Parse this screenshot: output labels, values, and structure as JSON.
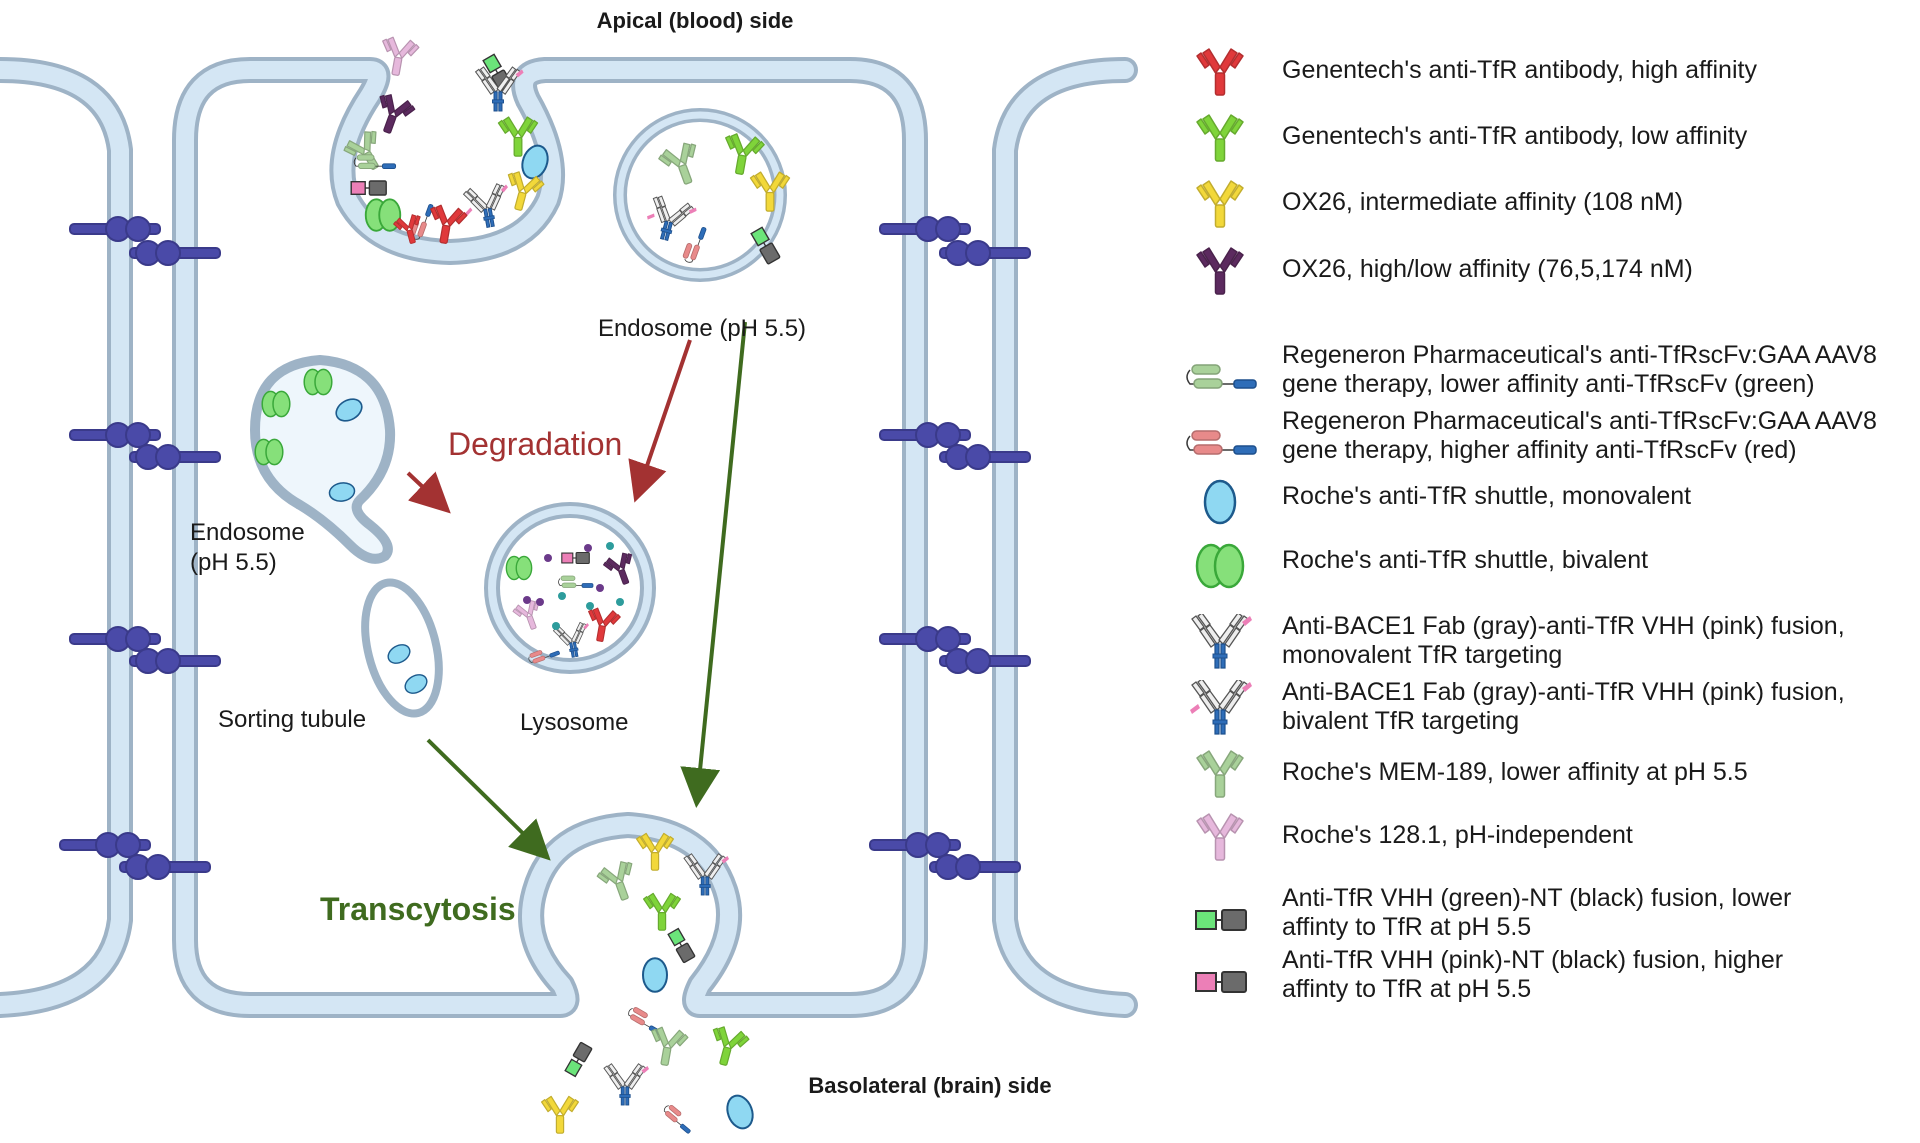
{
  "labels": {
    "apical": "Apical (blood) side",
    "basolateral": "Basolateral (brain) side",
    "endosome_right": "Endosome (pH 5.5)",
    "endosome_left_line1": "Endosome",
    "endosome_left_line2": "(pH 5.5)",
    "degradation": "Degradation",
    "lysosome": "Lysosome",
    "sorting_tubule": "Sorting tubule",
    "transcytosis": "Transcytosis"
  },
  "colors": {
    "membrane_fill": "#d4e6f4",
    "membrane_edge": "#9eb3c6",
    "receptor": "#4a4aa8",
    "degradation_arrow": "#a33232",
    "transcytosis_arrow": "#3f6b1f",
    "ab_red": "#e0393b",
    "ab_green": "#7fd43a",
    "ab_yellow": "#f2d83a",
    "ab_purple": "#5c2a5f",
    "ab_lightgreen": "#a9d19a",
    "ab_lightpink": "#e6b8dc",
    "shuttle_blue": "#8fd8f2",
    "shuttle_green": "#86e07a",
    "vhh_green": "#6be47a",
    "vhh_pink": "#ec7fb7",
    "nt_gray": "#6b6b6b"
  },
  "legend": [
    {
      "icon": "antibody-red-icon",
      "text": [
        "Genentech's anti-TfR antibody, high affinity"
      ]
    },
    {
      "icon": "antibody-green-icon",
      "text": [
        "Genentech's anti-TfR antibody, low affinity"
      ]
    },
    {
      "icon": "antibody-yellow-icon",
      "text": [
        "OX26, intermediate affinity (108 nM)"
      ]
    },
    {
      "icon": "antibody-purple-icon",
      "text": [
        "OX26, high/low affinity (76,5,174 nM)"
      ]
    },
    {
      "icon": "scfv-green-icon",
      "text": [
        "Regeneron Pharmaceutical's anti-TfRscFv:GAA AAV8",
        "gene therapy, lower affinity anti-TfRscFv (green)"
      ]
    },
    {
      "icon": "scfv-red-icon",
      "text": [
        "Regeneron Pharmaceutical's anti-TfRscFv:GAA AAV8",
        "gene therapy, higher affinity anti-TfRscFv (red)"
      ]
    },
    {
      "icon": "shuttle-monovalent-icon",
      "text": [
        "Roche's anti-TfR shuttle, monovalent"
      ]
    },
    {
      "icon": "shuttle-bivalent-icon",
      "text": [
        "Roche's anti-TfR shuttle, bivalent"
      ]
    },
    {
      "icon": "fab-vhh-monovalent-icon",
      "text": [
        "Anti-BACE1 Fab (gray)-anti-TfR VHH (pink) fusion,",
        "monovalent TfR targeting"
      ]
    },
    {
      "icon": "fab-vhh-bivalent-icon",
      "text": [
        "Anti-BACE1 Fab (gray)-anti-TfR VHH (pink) fusion,",
        "bivalent TfR targeting"
      ]
    },
    {
      "icon": "antibody-lightgreen-icon",
      "text": [
        "Roche's MEM-189, lower affinity at pH 5.5"
      ]
    },
    {
      "icon": "antibody-lightpink-icon",
      "text": [
        "Roche's 128.1, pH-independent"
      ]
    },
    {
      "icon": "vhh-green-nt-icon",
      "text": [
        "Anti-TfR VHH (green)-NT (black) fusion, lower",
        "affinty to TfR at pH 5.5"
      ]
    },
    {
      "icon": "vhh-pink-nt-icon",
      "text": [
        "Anti-TfR VHH (pink)-NT (black) fusion, higher",
        "affinty to TfR at pH 5.5"
      ]
    }
  ]
}
